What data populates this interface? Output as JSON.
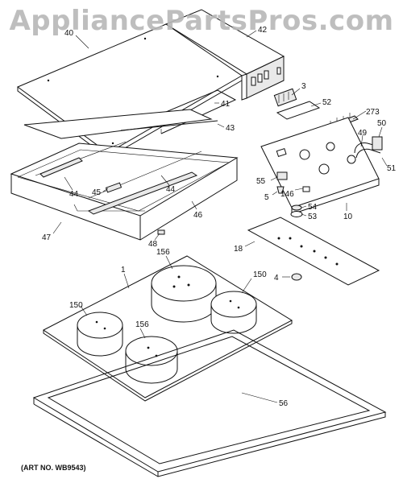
{
  "watermark": "AppliancePartsPros.com",
  "art_number": "(ART NO. WB9543)",
  "callouts": {
    "p40": "40",
    "p42": "42",
    "p3": "3",
    "p52": "52",
    "p273": "273",
    "p41": "41",
    "p43": "43",
    "p49": "49",
    "p50": "50",
    "p51": "51",
    "p44a": "44",
    "p44b": "44",
    "p45": "45",
    "p46": "46",
    "p47": "47",
    "p55": "55",
    "p5": "5",
    "p146": "146",
    "p54": "54",
    "p53": "53",
    "p10": "10",
    "p48": "48",
    "p18": "18",
    "p1": "1",
    "p156a": "156",
    "p150a": "150",
    "p150b": "150",
    "p156b": "156",
    "p4": "4",
    "p56": "56"
  },
  "colors": {
    "line": "#111111",
    "watermark": "#b8b8b8",
    "background": "#ffffff"
  }
}
